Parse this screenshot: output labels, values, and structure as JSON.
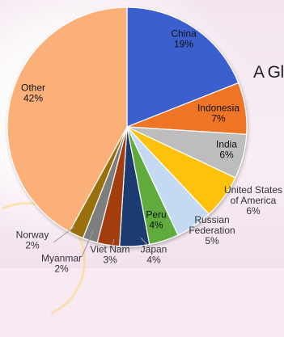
{
  "page_title_fragment": "A Gl",
  "chart_data": {
    "type": "pie",
    "start_angle_deg": 0,
    "direction": "clockwise",
    "slices": [
      {
        "label": "China",
        "value": 19,
        "pct_label": "19%",
        "color": "#3a5fcd"
      },
      {
        "label": "Indonesia",
        "value": 7,
        "pct_label": "7%",
        "color": "#ef7428"
      },
      {
        "label": "India",
        "value": 6,
        "pct_label": "6%",
        "color": "#bdbdbd"
      },
      {
        "label": "United States of America",
        "label_lines": [
          "United States",
          "of America"
        ],
        "value": 6,
        "pct_label": "6%",
        "color": "#fec20d"
      },
      {
        "label": "Russian Federation",
        "label_lines": [
          "Russian",
          "Federation"
        ],
        "value": 5,
        "pct_label": "5%",
        "color": "#c4daf2"
      },
      {
        "label": "Peru",
        "value": 4,
        "pct_label": "4%",
        "color": "#5fab3e"
      },
      {
        "label": "Japan",
        "value": 4,
        "pct_label": "4%",
        "color": "#1f3a70"
      },
      {
        "label": "Viet Nam",
        "value": 3,
        "pct_label": "3%",
        "color": "#a33d10"
      },
      {
        "label": "Myanmar",
        "value": 2,
        "pct_label": "2%",
        "color": "#7e7e7e"
      },
      {
        "label": "Norway",
        "value": 2,
        "pct_label": "2%",
        "color": "#9a7008"
      },
      {
        "label": "Other",
        "value": 42,
        "pct_label": "42%",
        "color": "#fbb07a"
      }
    ]
  }
}
